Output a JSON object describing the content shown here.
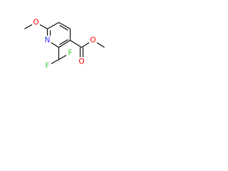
{
  "molecule": {
    "atoms": {
      "ring_nitrogen": {
        "symbol": "N",
        "color": "#3333ff"
      },
      "ether_oxygen": {
        "symbol": "O",
        "color": "#ff0000"
      },
      "fluorine_upper": {
        "symbol": "F",
        "color": "#33cc33"
      },
      "fluorine_lower": {
        "symbol": "F",
        "color": "#33cc33"
      },
      "carbonyl_oxygen": {
        "symbol": "O",
        "color": "#ff0000"
      },
      "ester_oxygen": {
        "symbol": "O",
        "color": "#ff0000"
      }
    },
    "bond_color": "#000000"
  }
}
